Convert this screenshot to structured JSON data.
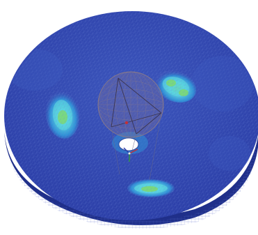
{
  "scene": {
    "kind": "finite-element-mesh-plot",
    "background_color": "#ffffff",
    "colors": {
      "low_stress": "#2c3fa8",
      "low_stress_mid": "#3554b8",
      "rim_side": "#1f2f8a",
      "medium_stress": "#2f8fd6",
      "high_stress": "#5ad6e0",
      "peak_stress": "#7fdc6a",
      "mesh_line": "#6f86d8",
      "ball_mesh": "#8a7a88",
      "hole": "#ffffff"
    },
    "features": [
      "circular-plate",
      "stress-hotspot-left",
      "stress-hotspot-upper-right",
      "stress-hotspot-lower",
      "spherical-ball-mesh",
      "central-hole",
      "coordinate-triad"
    ]
  }
}
